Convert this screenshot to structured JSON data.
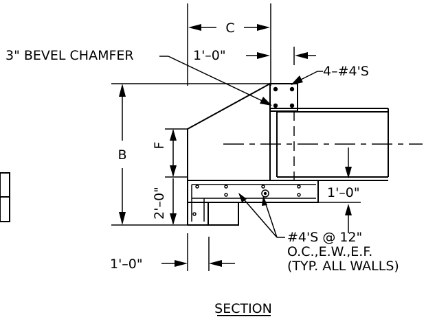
{
  "labels": {
    "dim_c": "C",
    "chamfer_note": "3\" BEVEL CHAMFER",
    "dim_top_1ft": "1'–0\"",
    "bars_4_4s": "4–#4'S",
    "dim_b": "B",
    "dim_f": "F",
    "dim_2ft": "2'–0\"",
    "dim_right_1ft": "1'–0\"",
    "dim_bottom_1ft": "1'–0\"",
    "rebar_note_line1": "#4'S @ 12\"",
    "rebar_note_line2": "O.C.,E.W.,E.F.",
    "rebar_note_line3": "(TYP. ALL WALLS)",
    "title": "SECTION"
  }
}
